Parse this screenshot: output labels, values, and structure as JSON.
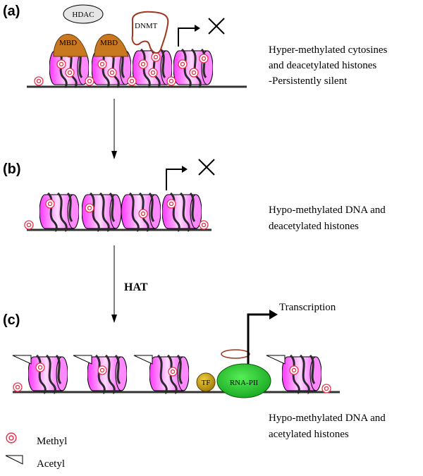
{
  "panels": [
    {
      "label": "(a)",
      "description_lines": [
        "Hyper-methylated cytosines",
        "and deacetylated histones",
        "-Persistently silent"
      ],
      "proteins": {
        "hdac": "HDAC",
        "mbd": "MBD",
        "dnmt": "DNMT"
      }
    },
    {
      "label": "(b)",
      "description_lines": [
        "Hypo-methylated DNA and",
        "deacetylated histones"
      ]
    },
    {
      "label": "(c)",
      "description_lines": [
        "Hypo-methylated DNA and",
        "acetylated histones"
      ],
      "transcription_label": "Transcription",
      "tf_label": "TF",
      "rnapii_label": "RNA-PII"
    }
  ],
  "arrow_label": "HAT",
  "legend": {
    "methyl": "Methyl",
    "acetyl": "Acetyl"
  },
  "colors": {
    "histone": "#ff33ff",
    "histone_light": "#ffd9ff",
    "mbd": "#c8781e",
    "dnmt_outline": "#a0361e",
    "methyl": "#e6334d",
    "tf": "#c8a010",
    "rnapii": "#22cc33"
  }
}
